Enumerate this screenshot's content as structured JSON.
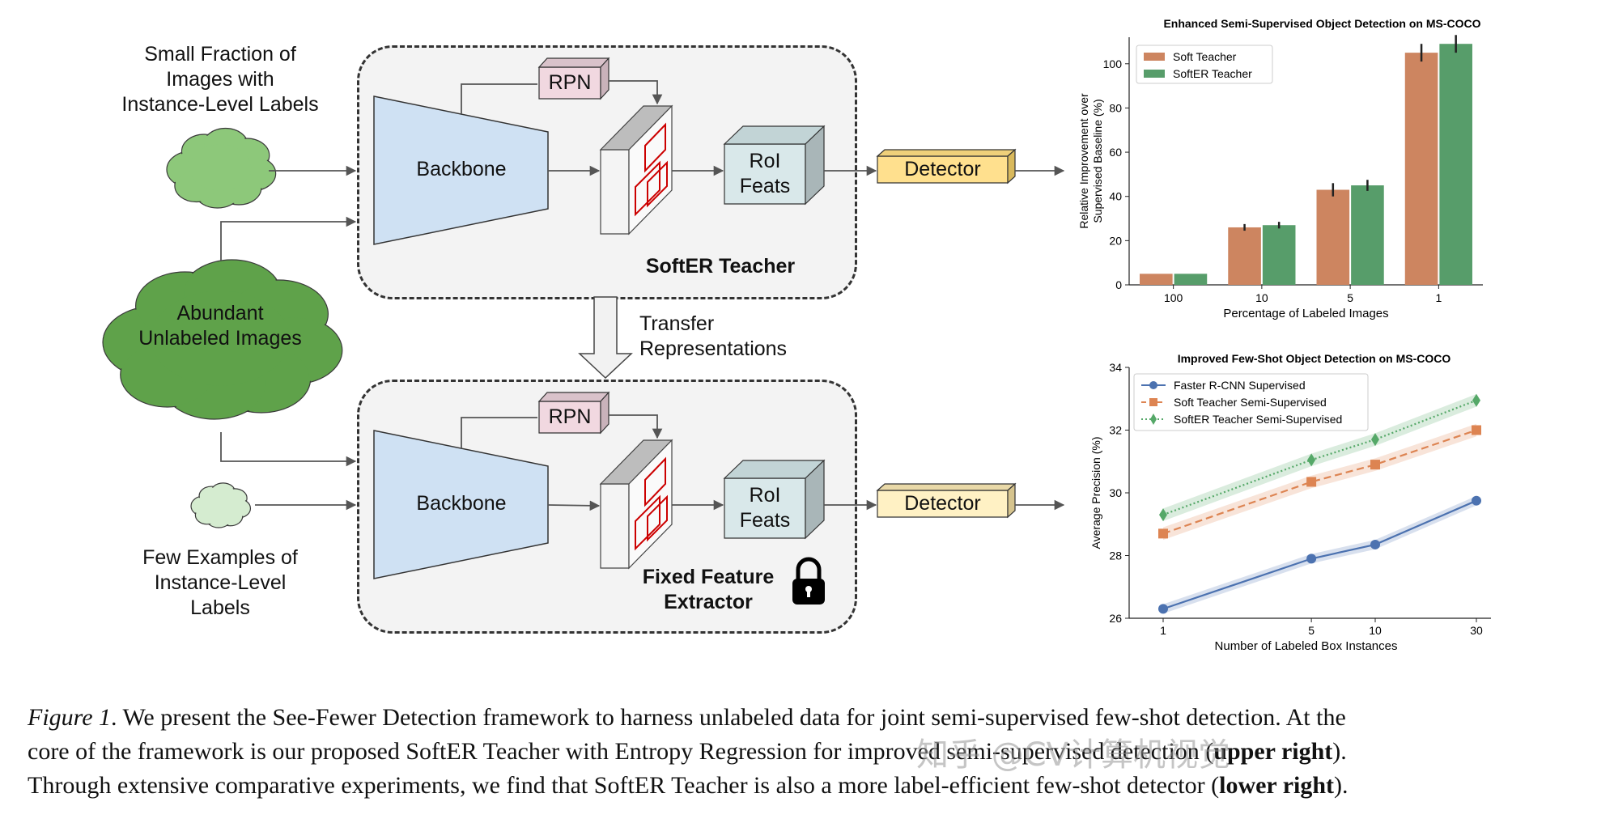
{
  "diagram": {
    "top_left_label": [
      "Small Fraction of",
      "Images with",
      "Instance-Level Labels"
    ],
    "cloud_label": [
      "Abundant",
      "Unlabeled Images"
    ],
    "bottom_left_label": [
      "Few Examples of",
      "Instance-Level",
      "Labels"
    ],
    "backbone": "Backbone",
    "rpn": "RPN",
    "roi": [
      "RoI",
      "Feats"
    ],
    "detector": "Detector",
    "top_module": "SoftER Teacher",
    "bottom_module": [
      "Fixed Feature",
      "Extractor"
    ],
    "transfer": [
      "Transfer",
      "Representations"
    ],
    "lock_icon": "lock-icon",
    "colors": {
      "backbone": "#cfe1f3",
      "rpn": "#f1d8e0",
      "roi": "#d9e8ea",
      "detector_top": "#ffe08e",
      "detector_bottom": "#fff1c4",
      "proposal_box": "#cc0000",
      "cloud_small_top": "#8dc87a",
      "cloud_big": "#5fa24a",
      "cloud_small_bottom": "#d5ecd0"
    }
  },
  "chart_data": [
    {
      "type": "bar",
      "title": "Enhanced Semi-Supervised Object Detection on MS-COCO",
      "xlabel": "Percentage of Labeled Images",
      "ylabel": [
        "Relative Improvement over",
        "Supervised Baseline (%)"
      ],
      "categories": [
        "100",
        "10",
        "5",
        "1"
      ],
      "series": [
        {
          "name": "Soft Teacher",
          "values": [
            5,
            26,
            43,
            105
          ],
          "err": [
            0,
            1.5,
            3,
            4
          ],
          "color": "#cd8560"
        },
        {
          "name": "SoftER Teacher",
          "values": [
            5,
            27,
            45,
            109
          ],
          "err": [
            0,
            1.5,
            2.5,
            4
          ],
          "color": "#579d6a"
        }
      ],
      "ylim": [
        0,
        112
      ],
      "yticks": [
        0,
        20,
        40,
        60,
        80,
        100
      ],
      "legend": "top-left",
      "grid": false
    },
    {
      "type": "line",
      "title": "Improved Few-Shot Object Detection on MS-COCO",
      "xlabel": "Number of Labeled Box Instances",
      "ylabel": "Average Precision (%)",
      "x": [
        1,
        5,
        10,
        30
      ],
      "xscale": "log",
      "xticks": [
        1,
        5,
        10,
        30
      ],
      "ylim": [
        26,
        34
      ],
      "yticks": [
        26,
        28,
        30,
        32,
        34
      ],
      "series": [
        {
          "name": "Faster R-CNN Supervised",
          "values": [
            26.3,
            27.9,
            28.35,
            29.75
          ],
          "band": 0.15,
          "color": "#4c72b0",
          "marker": "circle",
          "dash": "solid"
        },
        {
          "name": "Soft Teacher Semi-Supervised",
          "values": [
            28.7,
            30.35,
            30.9,
            32.0
          ],
          "band": 0.2,
          "color": "#dd8452",
          "marker": "square",
          "dash": "dashed"
        },
        {
          "name": "SoftER Teacher Semi-Supervised",
          "values": [
            29.3,
            31.05,
            31.7,
            32.95
          ],
          "band": 0.2,
          "color": "#55a868",
          "marker": "diamond",
          "dash": "dotted"
        }
      ],
      "legend": "top-left",
      "grid": false
    }
  ],
  "caption": {
    "lines": [
      [
        {
          "t": "Figure 1",
          "s": "i"
        },
        {
          "t": ". We present the See-Fewer Detection framework to harness unlabeled data for joint semi-supervised few-shot detection. At the",
          "s": ""
        }
      ],
      [
        {
          "t": "core of the framework is our proposed SoftER Teacher with Entropy Regression for improved semi-supervised detection (",
          "s": ""
        },
        {
          "t": "upper right",
          "s": "b"
        },
        {
          "t": ").",
          "s": ""
        }
      ],
      [
        {
          "t": "Through extensive comparative experiments, we find that SoftER Teacher is also a more label-efficient few-shot detector (",
          "s": ""
        },
        {
          "t": "lower right",
          "s": "b"
        },
        {
          "t": ").",
          "s": ""
        }
      ]
    ]
  },
  "watermark": "知乎 @CV计算机视觉"
}
